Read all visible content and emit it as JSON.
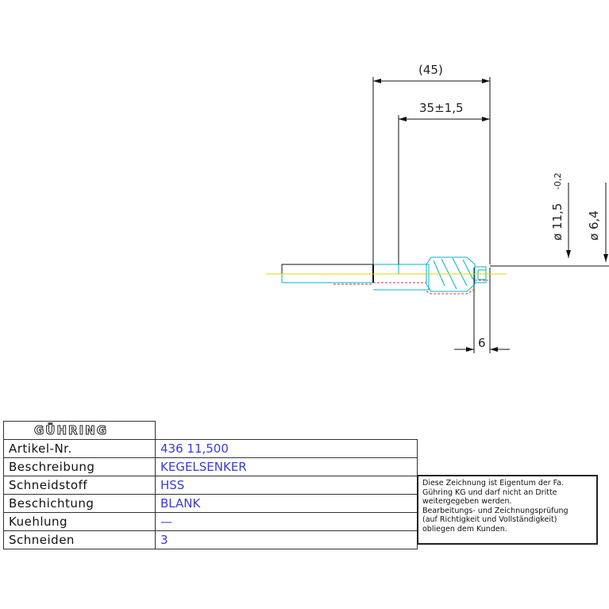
{
  "dimensions": {
    "overall_length": "(45)",
    "flute_length": "35±1,5",
    "tip_length": "6",
    "diameter_major": "ø 11,5",
    "diameter_major_tol": "-0,2",
    "diameter_minor": "ø 6,4"
  },
  "titleblock": {
    "logo": "GÜHRING",
    "rows": [
      {
        "label": "Artikel-Nr.",
        "value": "436 11,500"
      },
      {
        "label": "Beschreibung",
        "value": "KEGELSENKER"
      },
      {
        "label": "Schneidstoff",
        "value": "HSS"
      },
      {
        "label": "Beschichtung",
        "value": "BLANK"
      },
      {
        "label": "Kuehlung",
        "value": "—"
      },
      {
        "label": "Schneiden",
        "value": "3"
      }
    ]
  },
  "notice": {
    "lines": [
      "Diese Zeichnung ist Eigentum der Fa.",
      "Gühring KG und darf nicht an Dritte",
      "weitergegeben werden.",
      "Bearbeitungs- und Zeichnungsprüfung",
      "(auf Richtigkeit und Vollständigkeit)",
      "obliegen dem Kunden."
    ]
  },
  "colors": {
    "part_outline": "#00b7c8",
    "centerline": "#e6d600",
    "hidden_lines": "#e03030",
    "dimension_lines": "#111111",
    "value_text": "#3b3bd6"
  }
}
